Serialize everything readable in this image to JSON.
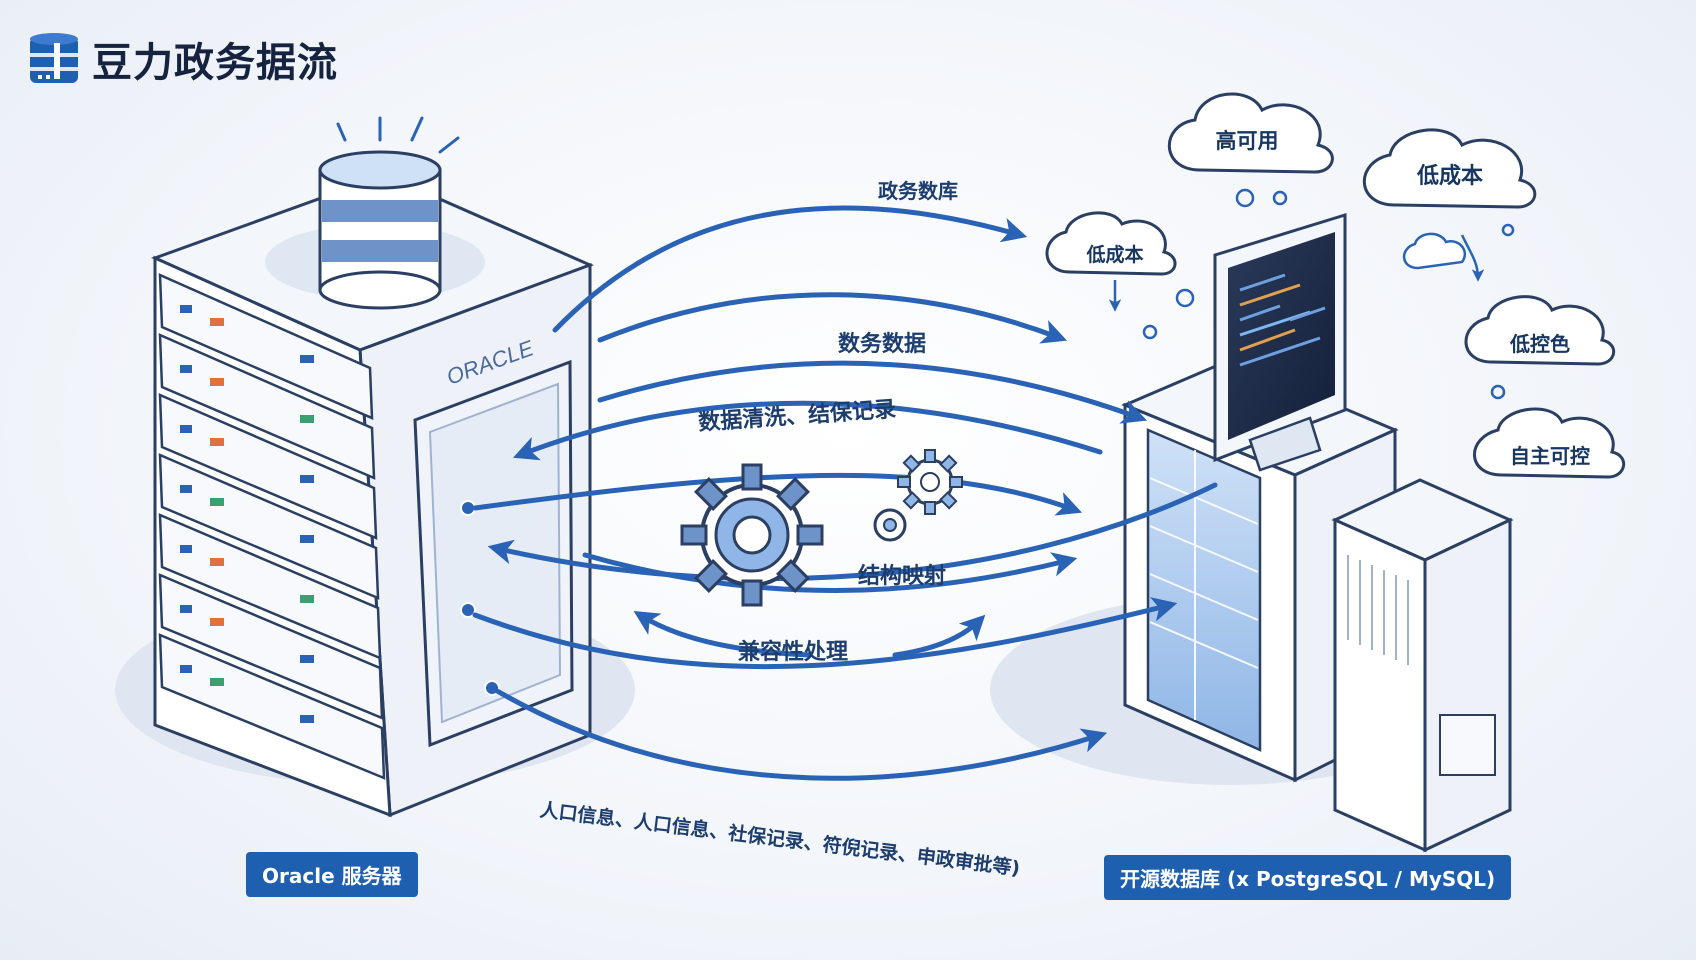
{
  "brand": {
    "title": "豆力政务据流",
    "icon": "database-icon"
  },
  "servers": {
    "source_label": "Oracle 服务器",
    "source_brand": "ORACLE",
    "target_label": "开源数据库 (x PostgreSQL / MySQL)"
  },
  "flows": {
    "label_top": "政务数库",
    "label_data": "数务数据",
    "label_clean": "数据清洗、结保记录",
    "label_mapping": "结构映射",
    "label_compat": "兼容性处理",
    "label_bottom": "人口信息、人口信息、社保记录、符倪记录、申政审批等)"
  },
  "clouds": {
    "high_avail": "高可用",
    "low_cost_top": "低成本",
    "low_cost_left": "低成本",
    "low_control": "低控色",
    "self_control": "自主可控"
  },
  "colors": {
    "primary": "#1f5fb0",
    "arrow": "#2a63b5",
    "outline": "#2b3f63",
    "panel": "#f4f7fc",
    "accent": "#8fb6e6"
  }
}
